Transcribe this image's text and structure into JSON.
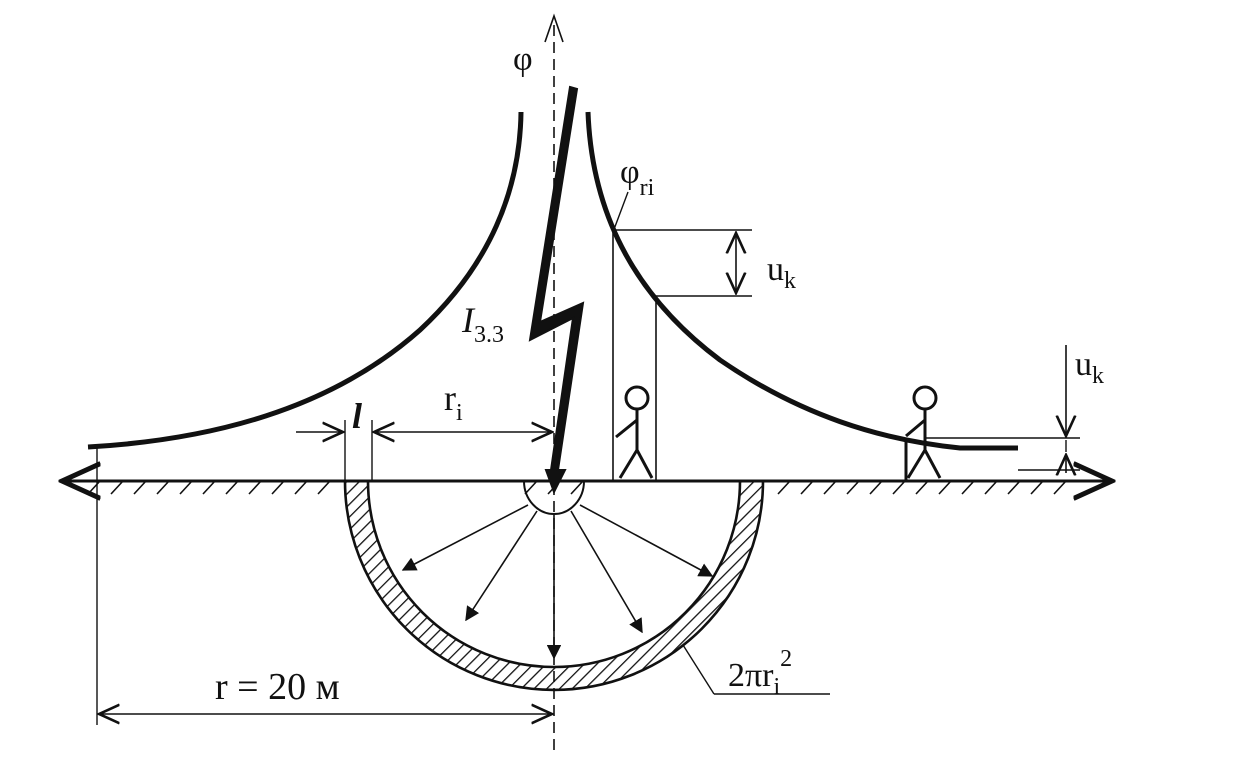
{
  "labels": {
    "phi_axis": "φ",
    "phi_ri": "φ",
    "phi_ri_sub": "ri",
    "current": "I",
    "current_sub": "3.3",
    "uk_upper": "u",
    "uk_upper_sub": "k",
    "uk_right": "u",
    "uk_right_sub": "k",
    "ri": "r",
    "ri_sub": "i",
    "l_width": "l",
    "r_dimension": "r = 20 м",
    "area": "2πr",
    "area_sub": "i",
    "area_sup": "2"
  },
  "colors": {
    "ink": "#111111",
    "background": "#ffffff"
  }
}
